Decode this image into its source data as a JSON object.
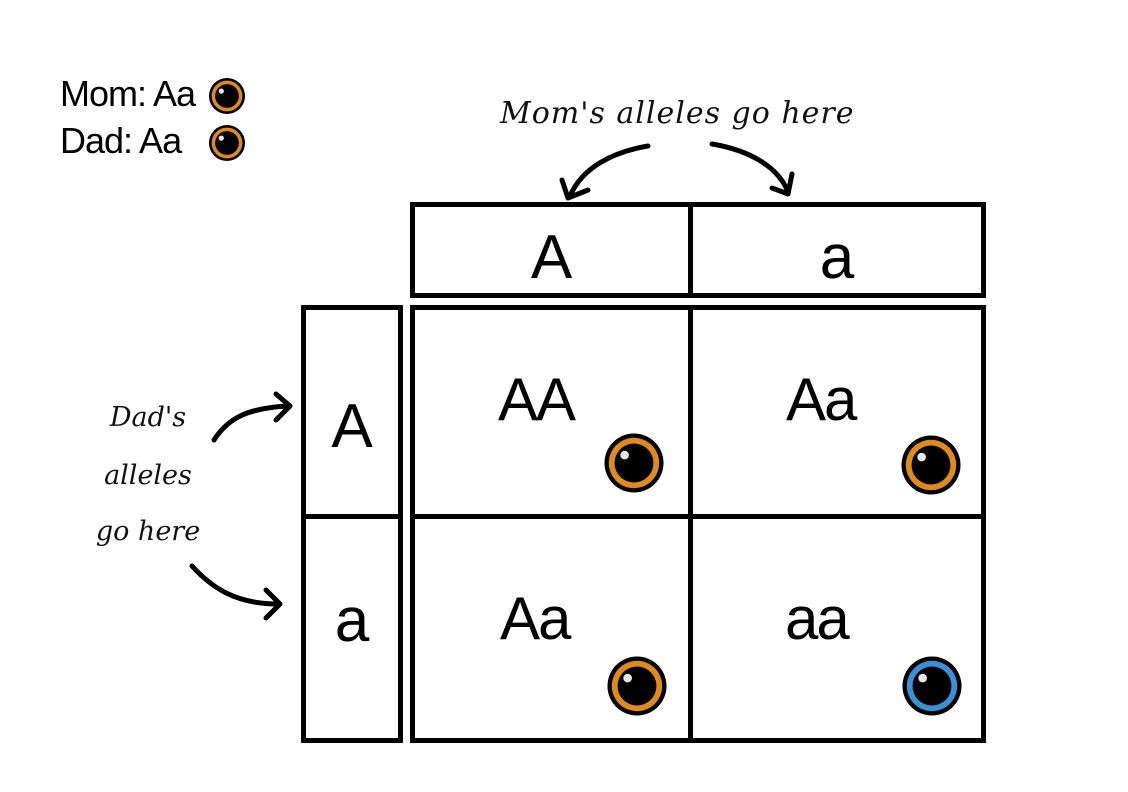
{
  "legend": {
    "mom": {
      "label": "Mom: Aa",
      "eye_color": "#e08a1e"
    },
    "dad": {
      "label": "Dad: Aa",
      "eye_color": "#e08a1e"
    }
  },
  "annotations": {
    "mom_alleles": "Mom's alleles go here",
    "dad_alleles": [
      "Dad's",
      "alleles",
      "go here"
    ]
  },
  "mom_alleles": [
    "A",
    "a"
  ],
  "dad_alleles": [
    "A",
    "a"
  ],
  "offspring": [
    {
      "genotype": "AA",
      "eye_color": "#e08a1e",
      "eye": "brown"
    },
    {
      "genotype": "Aa",
      "eye_color": "#e08a1e",
      "eye": "brown"
    },
    {
      "genotype": "Aa",
      "eye_color": "#e08a1e",
      "eye": "brown"
    },
    {
      "genotype": "aa",
      "eye_color": "#3b8fd6",
      "eye": "blue"
    }
  ]
}
